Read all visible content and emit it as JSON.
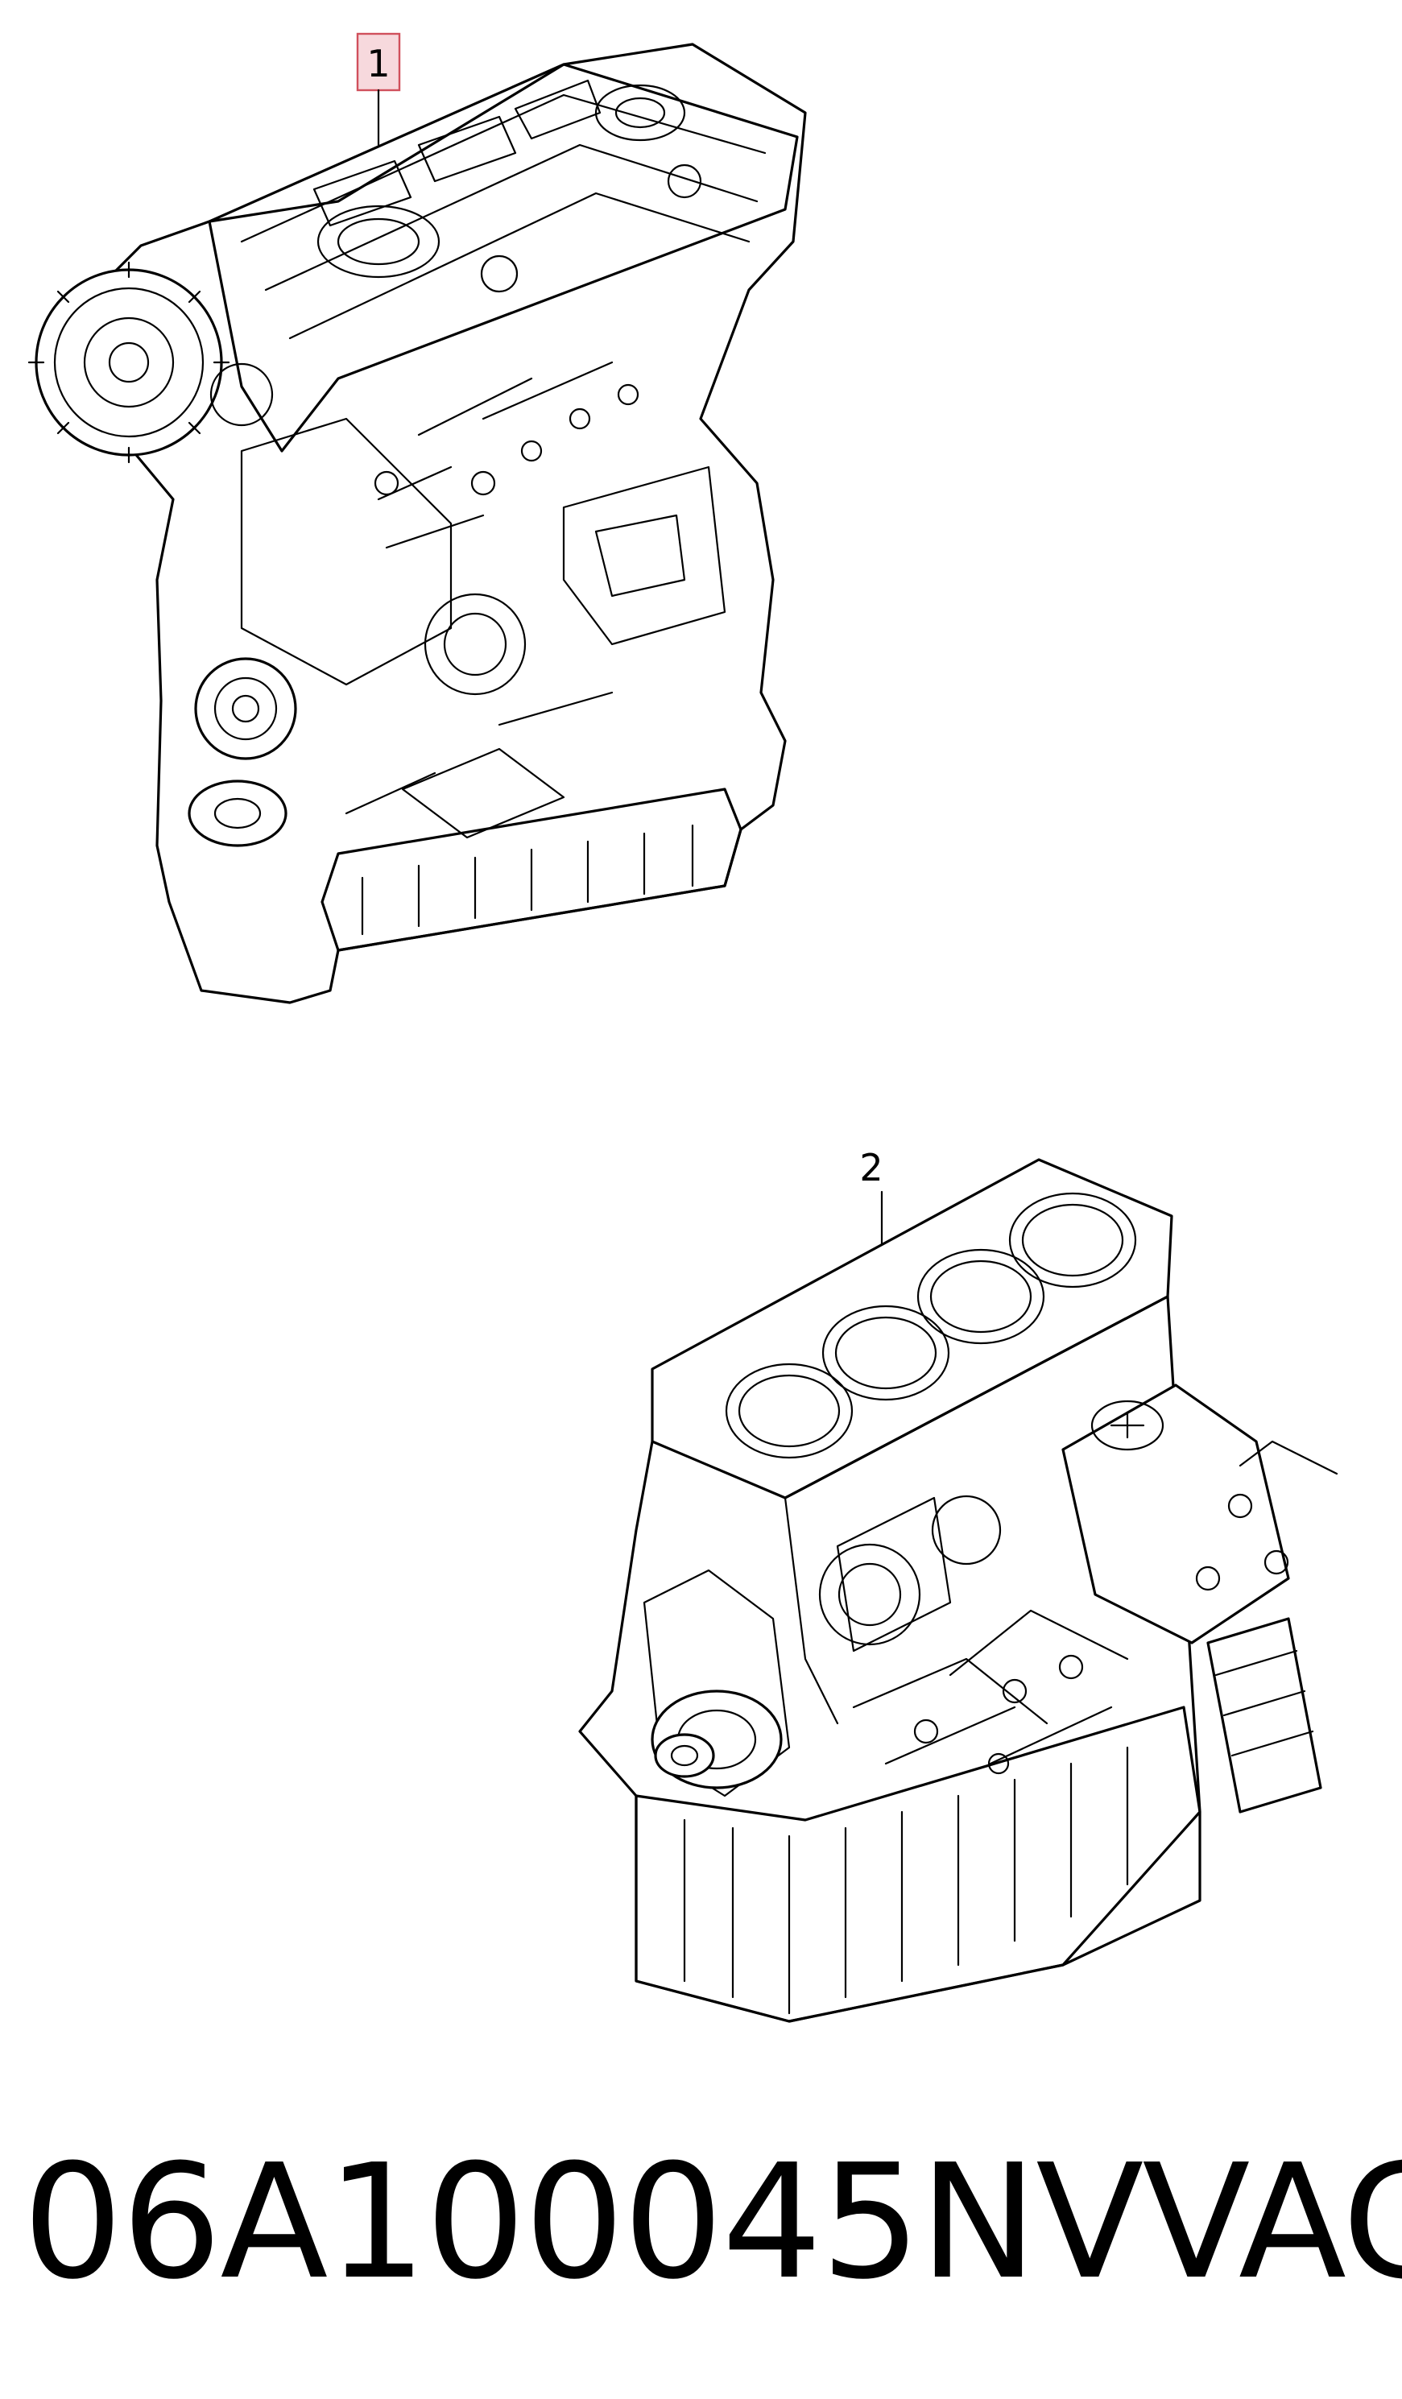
{
  "diagram": {
    "callouts": [
      {
        "id": "1",
        "label": "1",
        "part": "complete-engine",
        "highlighted": true,
        "highlight_color": "#f7d9dd",
        "highlight_border": "#d0505c"
      },
      {
        "id": "2",
        "label": "2",
        "part": "short-block",
        "highlighted": false
      }
    ]
  },
  "caption": {
    "part_number": "06A100045NV",
    "brand": "VAG"
  }
}
